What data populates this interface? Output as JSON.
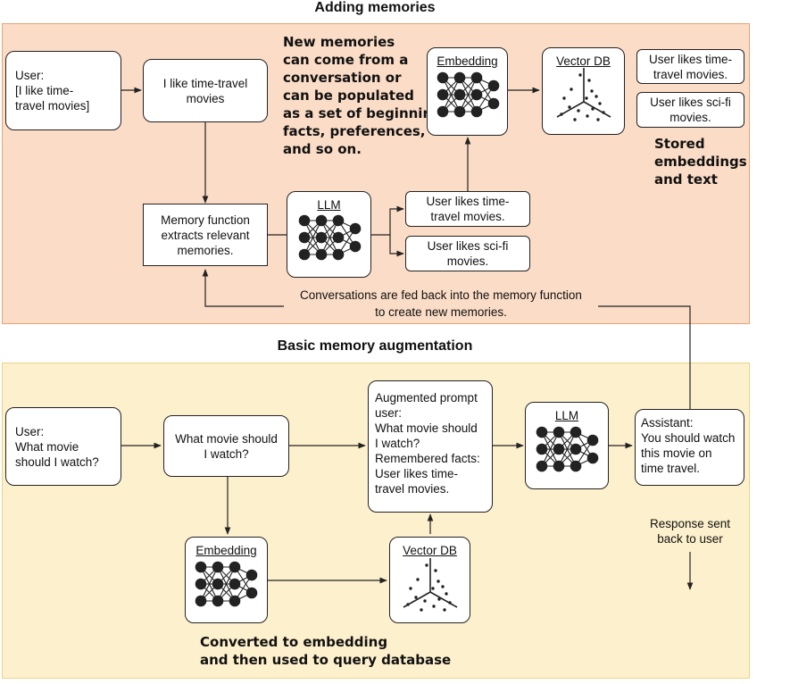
{
  "colors": {
    "top_panel_fill": "#fbdcc6",
    "top_panel_border": "#e8a477",
    "bottom_panel_fill": "#fdf0cc",
    "bottom_panel_border": "#edd289",
    "line": "#222222"
  },
  "top_section": {
    "title": "Adding memories",
    "user_box": "User:\n[I like time-\ntravel movies]",
    "statement_box": "I like time-travel\nmovies",
    "note": "New memories\ncan come from a\nconversation or\ncan be populated\nas a set of beginning\nfacts, preferences,\nand so on.",
    "embedding_label": "Embedding",
    "vector_db_label": "Vector DB",
    "stored_fact_1": "User likes time-\ntravel movies.",
    "stored_fact_2": "User likes sci-fi\nmovies.",
    "stored_note": "Stored\nembeddings\nand text",
    "memory_function": "Memory function\nextracts relevant\nmemories.",
    "llm_label": "LLM",
    "extracted_fact_1": "User likes time-\ntravel movies.",
    "extracted_fact_2": "User likes sci-fi\nmovies.",
    "feedback_note": "Conversations are fed back into the memory function\nto create new memories."
  },
  "bottom_section": {
    "title": "Basic memory augmentation",
    "user_box": "User:\nWhat movie\nshould I watch?",
    "question_box": "What movie should\nI watch?",
    "augmented_prompt": "Augmented prompt\nuser:\nWhat movie should\nI watch?\nRemembered facts:\nUser likes time-\ntravel movies.",
    "llm_label": "LLM",
    "assistant_box": "Assistant:\nYou should watch\nthis movie on\ntime travel.",
    "response_note": "Response sent\nback to user",
    "embedding_label": "Embedding",
    "vector_db_label": "Vector DB",
    "bottom_note": "Converted to embedding\nand then used to query database"
  }
}
